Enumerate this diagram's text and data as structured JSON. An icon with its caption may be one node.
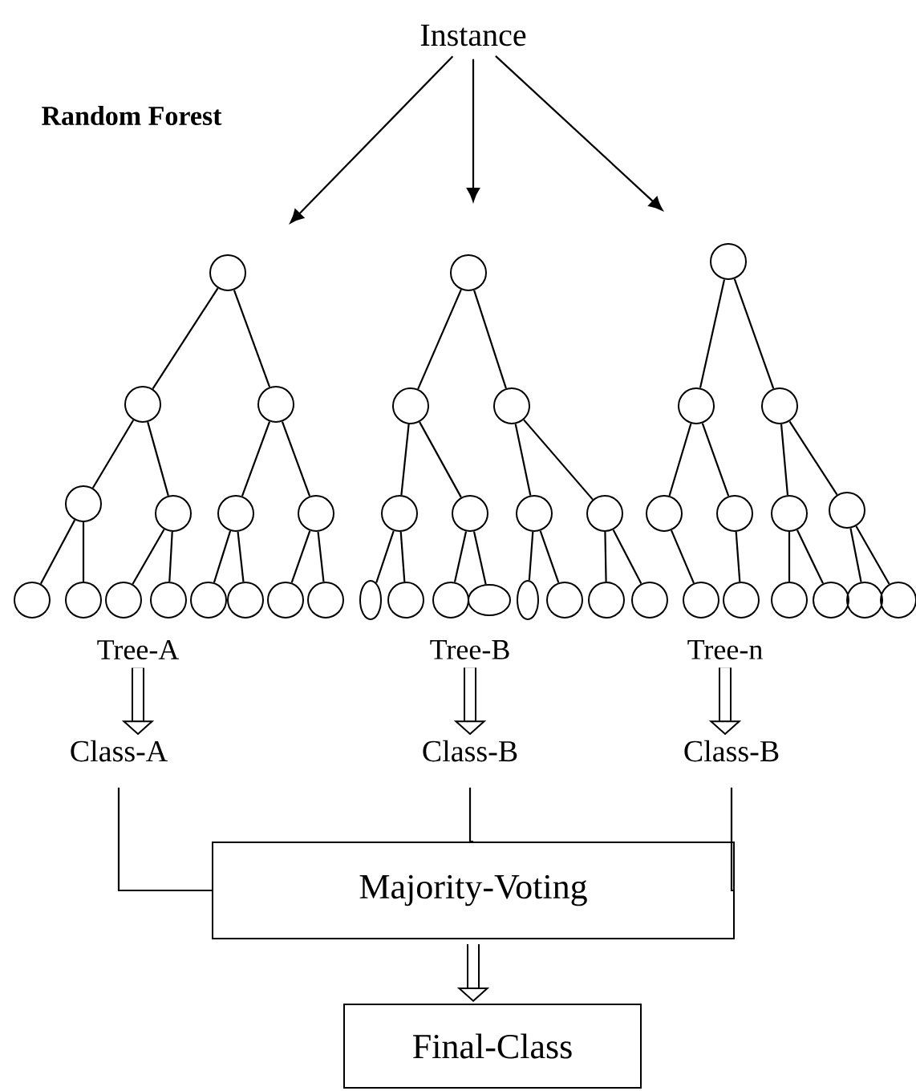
{
  "diagram": {
    "nodes": [
      {
        "text": [
          "Instance"
        ]
      },
      {
        "text": [],
        "shape": "circle"
      },
      {
        "text": [],
        "shape": "circle"
      },
      {
        "text": [],
        "shape": "circle"
      },
      {
        "text": [],
        "shape": "circle"
      },
      {
        "text": [],
        "shape": "circle"
      },
      {
        "text": [],
        "shape": "circle"
      },
      {
        "text": [],
        "shape": "circle"
      },
      {
        "text": [],
        "shape": "circle"
      },
      {
        "text": [],
        "shape": "circle"
      },
      {
        "text": [],
        "shape": "circle"
      },
      {
        "text": [],
        "shape": "circle"
      },
      {
        "text": [],
        "shape": "circle"
      },
      {
        "text": [],
        "shape": "circle"
      },
      {
        "text": [],
        "shape": "circle"
      },
      {
        "text": [],
        "shape": "circle"
      },
      {
        "text": [],
        "shape": "circle"
      },
      {
        "text": [],
        "shape": "circle"
      },
      {
        "text": [],
        "shape": "circle"
      },
      {
        "text": [],
        "shape": "circle"
      },
      {
        "text": [],
        "shape": "circle"
      },
      {
        "text": [],
        "shape": "circle"
      },
      {
        "text": [],
        "shape": "circle"
      },
      {
        "text": [],
        "shape": "circle"
      },
      {
        "text": [],
        "shape": "circle"
      },
      {
        "text": [],
        "shape": "circle"
      },
      {
        "text": [],
        "shape": "circle"
      },
      {
        "text": [],
        "shape": "circle"
      },
      {
        "text": [],
        "shape": "circle"
      },
      {
        "text": [],
        "shape": "circle"
      },
      {
        "text": [],
        "shape": "circle"
      },
      {
        "text": [],
        "shape": "circle"
      },
      {
        "text": [],
        "shape": "circle"
      },
      {
        "text": [],
        "shape": "circle"
      },
      {
        "text": [],
        "shape": "circle"
      },
      {
        "text": [],
        "shape": "circle"
      },
      {
        "text": [],
        "shape": "circle"
      },
      {
        "text": [],
        "shape": "circle"
      },
      {
        "text": [],
        "shape": "circle"
      },
      {
        "text": [],
        "shape": "circle"
      },
      {
        "text": [],
        "shape": "circle"
      },
      {
        "text": [],
        "shape": "circle"
      },
      {
        "text": [],
        "shape": "circle"
      },
      {
        "text": [],
        "shape": "circle"
      },
      {
        "text": [
          "Tree-A"
        ]
      },
      {
        "text": [
          "Tree-B"
        ]
      },
      {
        "text": [
          "Tree-n"
        ]
      },
      {
        "text": [
          "Class-A"
        ]
      },
      {
        "text": [
          "Class-B"
        ]
      },
      {
        "text": [
          "Class-B"
        ]
      },
      {
        "text": [
          "Majority-Voting"
        ]
      },
      {
        "text": [
          "Final-Class"
        ]
      }
    ],
    "edges": [
      {
        "from": 0,
        "to": null,
        "arrow": "to"
      },
      {
        "from": 0,
        "to": null,
        "arrow": "to"
      },
      {
        "from": 0,
        "to": null,
        "arrow": "to"
      },
      {
        "from": 1,
        "to": 2,
        "arrow": "none"
      },
      {
        "from": 1,
        "to": 3,
        "arrow": "none"
      },
      {
        "from": 2,
        "to": 4,
        "arrow": "none"
      },
      {
        "from": 2,
        "to": 5,
        "arrow": "none"
      },
      {
        "from": 3,
        "to": 6,
        "arrow": "none"
      },
      {
        "from": 3,
        "to": 7,
        "arrow": "none"
      },
      {
        "from": 4,
        "to": 8,
        "arrow": "none"
      },
      {
        "from": 4,
        "to": 9,
        "arrow": "none"
      },
      {
        "from": 5,
        "to": 10,
        "arrow": "none"
      },
      {
        "from": 5,
        "to": 11,
        "arrow": "none"
      },
      {
        "from": 6,
        "to": 12,
        "arrow": "none"
      },
      {
        "from": 6,
        "to": 13,
        "arrow": "none"
      },
      {
        "from": 7,
        "to": 14,
        "arrow": "none"
      },
      {
        "from": 7,
        "to": 15,
        "arrow": "none"
      },
      {
        "from": 16,
        "to": 17,
        "arrow": "none"
      },
      {
        "from": 16,
        "to": 18,
        "arrow": "none"
      },
      {
        "from": 17,
        "to": 19,
        "arrow": "none"
      },
      {
        "from": 17,
        "to": 20,
        "arrow": "none"
      },
      {
        "from": 18,
        "to": 21,
        "arrow": "none"
      },
      {
        "from": 18,
        "to": 22,
        "arrow": "none"
      },
      {
        "from": 19,
        "to": 23,
        "arrow": "none"
      },
      {
        "from": 19,
        "to": 24,
        "arrow": "none"
      },
      {
        "from": 20,
        "to": 25,
        "arrow": "none"
      },
      {
        "from": 20,
        "to": 26,
        "arrow": "none"
      },
      {
        "from": 21,
        "to": 27,
        "arrow": "none"
      },
      {
        "from": 21,
        "to": 28,
        "arrow": "none"
      },
      {
        "from": 22,
        "to": 29,
        "arrow": "none"
      },
      {
        "from": 22,
        "to": 30,
        "arrow": "none"
      },
      {
        "from": 31,
        "to": 32,
        "arrow": "none"
      },
      {
        "from": 31,
        "to": 33,
        "arrow": "none"
      },
      {
        "from": 32,
        "to": 34,
        "arrow": "none"
      },
      {
        "from": 32,
        "to": 35,
        "arrow": "none"
      },
      {
        "from": 33,
        "to": 36,
        "arrow": "none"
      },
      {
        "from": 33,
        "to": 37,
        "arrow": "none"
      },
      {
        "from": 34,
        "to": 38,
        "arrow": "none"
      },
      {
        "from": 35,
        "to": 39,
        "arrow": "none"
      },
      {
        "from": 36,
        "to": 40,
        "arrow": "none"
      },
      {
        "from": 36,
        "to": 41,
        "arrow": "none"
      },
      {
        "from": 37,
        "to": 42,
        "arrow": "none"
      },
      {
        "from": 37,
        "to": 43,
        "arrow": "none"
      },
      {
        "from": 44,
        "to": 47,
        "arrow": "to",
        "style": "thick"
      },
      {
        "from": 45,
        "to": 48,
        "arrow": "to",
        "style": "thick"
      },
      {
        "from": 46,
        "to": 49,
        "arrow": "to",
        "style": "thick"
      },
      {
        "from": 47,
        "to": 50,
        "arrow": "none"
      },
      {
        "from": 48,
        "to": 50,
        "arrow": "none"
      },
      {
        "from": 49,
        "to": 50,
        "arrow": "none"
      },
      {
        "from": 50,
        "to": 51,
        "arrow": "to",
        "style": "thick"
      }
    ],
    "labels": [
      "Random Forest"
    ]
  }
}
